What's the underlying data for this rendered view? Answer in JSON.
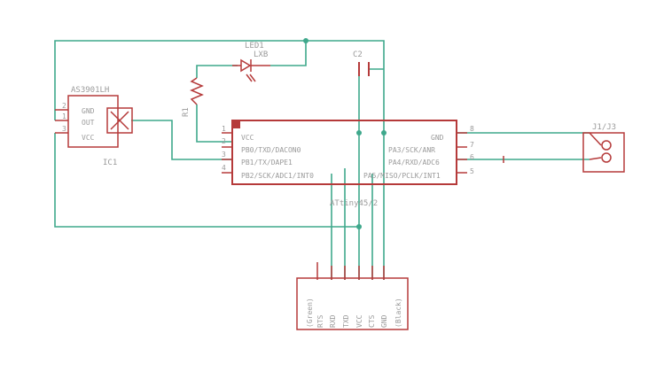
{
  "schematic": {
    "colors": {
      "wire": "#3fa88c",
      "part": "#b53a3a",
      "text": "#9a9a9a",
      "background": "#ffffff"
    },
    "parts": {
      "ic1": {
        "name": "AS3901LH",
        "ref": "IC1",
        "pins": [
          "GND",
          "OUT",
          "VCC"
        ],
        "pin_numbers": [
          "2",
          "1",
          "3"
        ]
      },
      "led": {
        "ref": "LED1",
        "value": "LXB"
      },
      "r1": {
        "ref": "R1"
      },
      "c2": {
        "ref": "C2"
      },
      "mcu": {
        "value": "ATtiny45/2",
        "left_pins": [
          "VCC",
          "PB0/TXD/DACON0",
          "PB1/TX/DAPE1",
          "PB2/SCK/ADC1/INT0"
        ],
        "left_numbers": [
          "1",
          "2",
          "3",
          "4"
        ],
        "right_pins": [
          "GND",
          "PA3/SCK/ANR",
          "PA4/RXD/ADC6",
          "PA5/MISO/PCLK/INT1"
        ],
        "right_numbers": [
          "8",
          "7",
          "6",
          "5"
        ]
      },
      "j1": {
        "ref": "J1/J3"
      },
      "header": {
        "pins": [
          "(Green)",
          "RTS",
          "RXD",
          "TXD",
          "VCC",
          "CTS",
          "GND",
          "(Black)"
        ]
      }
    }
  }
}
